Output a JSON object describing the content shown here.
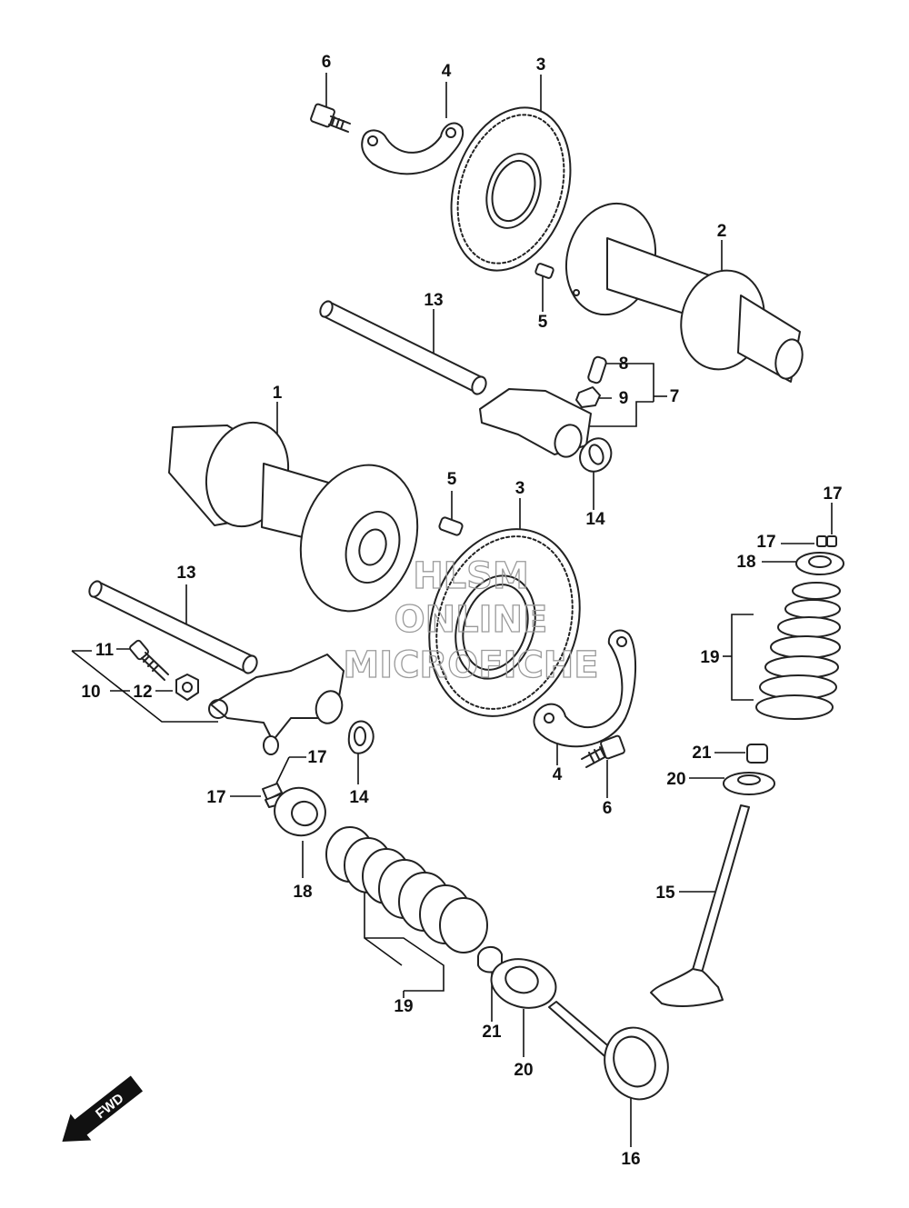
{
  "watermark": {
    "line1": "HLSM",
    "line2": "ONLINE",
    "line3": "MICROFICHE"
  },
  "fwd_label": "FWD",
  "callouts": [
    {
      "id": "c6a",
      "text": "6"
    },
    {
      "id": "c4a",
      "text": "4"
    },
    {
      "id": "c3a",
      "text": "3"
    },
    {
      "id": "c2",
      "text": "2"
    },
    {
      "id": "c5a",
      "text": "5"
    },
    {
      "id": "c13a",
      "text": "13"
    },
    {
      "id": "c8",
      "text": "8"
    },
    {
      "id": "c9",
      "text": "9"
    },
    {
      "id": "c7",
      "text": "7"
    },
    {
      "id": "c1",
      "text": "1"
    },
    {
      "id": "c14a",
      "text": "14"
    },
    {
      "id": "c5b",
      "text": "5"
    },
    {
      "id": "c3b",
      "text": "3"
    },
    {
      "id": "c17a",
      "text": "17"
    },
    {
      "id": "c17b",
      "text": "17"
    },
    {
      "id": "c18a",
      "text": "18"
    },
    {
      "id": "c13b",
      "text": "13"
    },
    {
      "id": "c11",
      "text": "11"
    },
    {
      "id": "c19a",
      "text": "19"
    },
    {
      "id": "c10",
      "text": "10"
    },
    {
      "id": "c12",
      "text": "12"
    },
    {
      "id": "c21a",
      "text": "21"
    },
    {
      "id": "c17c",
      "text": "17"
    },
    {
      "id": "c4b",
      "text": "4"
    },
    {
      "id": "c20a",
      "text": "20"
    },
    {
      "id": "c17d",
      "text": "17"
    },
    {
      "id": "c14b",
      "text": "14"
    },
    {
      "id": "c6b",
      "text": "6"
    },
    {
      "id": "c18b",
      "text": "18"
    },
    {
      "id": "c15",
      "text": "15"
    },
    {
      "id": "c19b",
      "text": "19"
    },
    {
      "id": "c21b",
      "text": "21"
    },
    {
      "id": "c20b",
      "text": "20"
    },
    {
      "id": "c16",
      "text": "16"
    }
  ]
}
